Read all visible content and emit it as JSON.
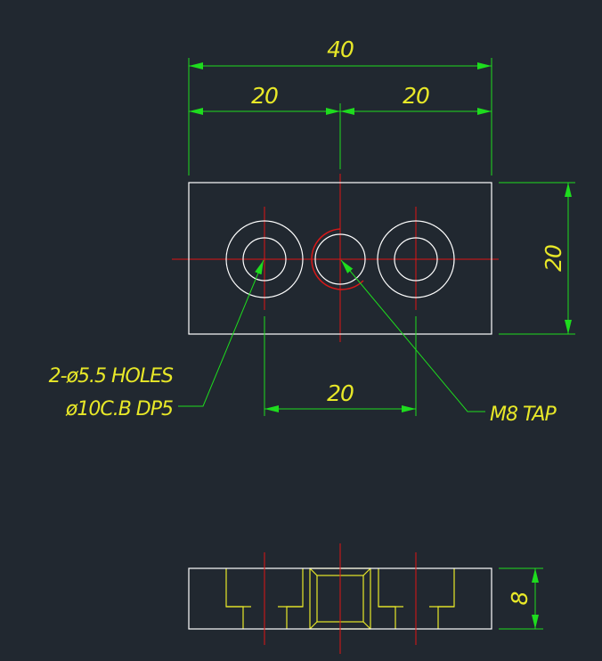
{
  "colors": {
    "background": "#212830",
    "outline": "#ffffff",
    "center_line": "#e01515",
    "dimension": "#1edc1e",
    "annotation_text": "#e8e828",
    "hidden_line": "#e8e828",
    "tap_circle": "#d81818"
  },
  "dimensions": {
    "overall_width": "40",
    "left_half": "20",
    "right_half": "20",
    "height": "20",
    "hole_spacing": "20",
    "thickness": "8"
  },
  "notes": {
    "holes_line1": "2-ø5.5 HOLES",
    "holes_line2": "ø10C.B DP5",
    "tap": "M8 TAP"
  }
}
